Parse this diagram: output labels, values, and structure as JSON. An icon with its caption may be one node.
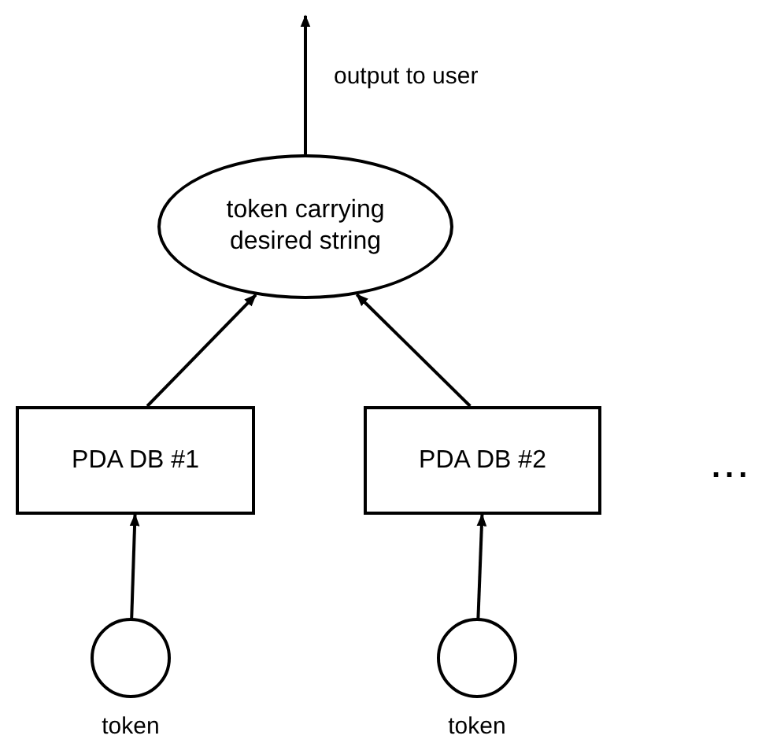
{
  "diagram": {
    "nodes": [
      {
        "text": [
          "token carrying desired string"
        ]
      },
      {
        "text": [
          "PDA DB #1"
        ]
      },
      {
        "text": [
          "PDA DB #2"
        ]
      },
      {
        "text": [],
        "shape": "circle",
        "beside": [
          "token"
        ]
      },
      {
        "text": [],
        "shape": "circle",
        "beside": [
          "token"
        ]
      }
    ],
    "edges": [
      {
        "from": 0,
        "to": null,
        "arrow": "to",
        "label": "output to user"
      },
      {
        "from": 1,
        "to": 0,
        "arrow": "to"
      },
      {
        "from": 2,
        "to": 0,
        "arrow": "to"
      },
      {
        "from": 3,
        "to": 1,
        "arrow": "to"
      },
      {
        "from": 4,
        "to": 2,
        "arrow": "to"
      }
    ],
    "labels": [
      "..."
    ]
  }
}
